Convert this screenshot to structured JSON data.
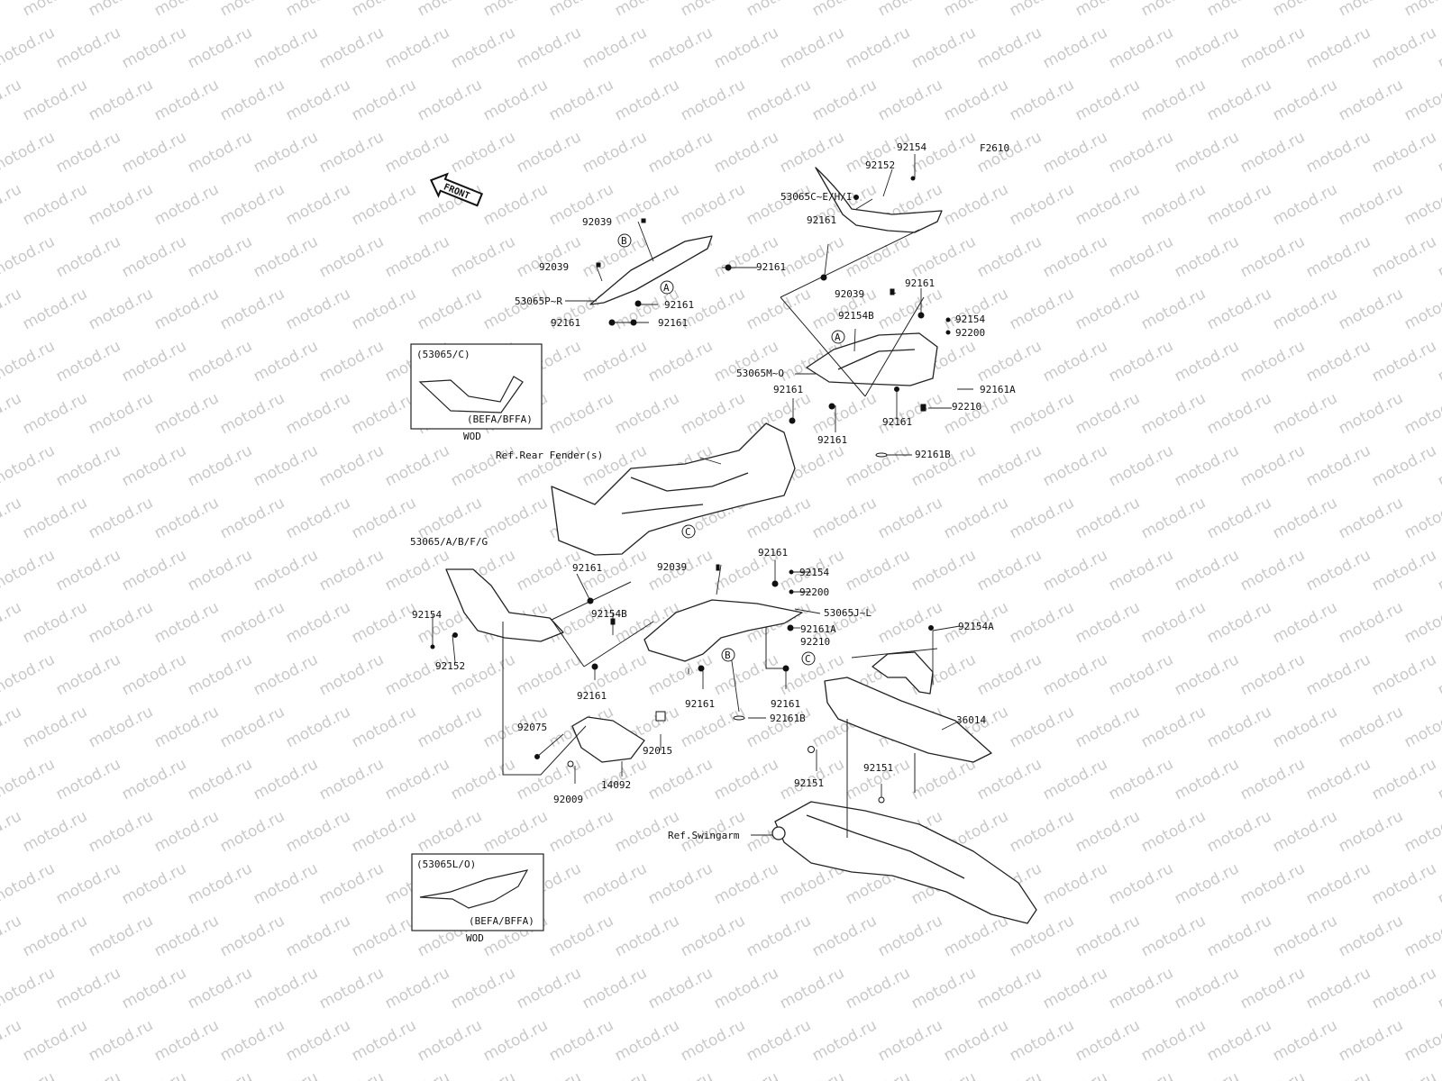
{
  "diagram_code": "F2610",
  "watermark": "motod.ru",
  "front_label": "FRONT",
  "callouts": {
    "a": "A",
    "b": "B",
    "c": "C"
  },
  "insets": [
    {
      "title": "(53065/C)",
      "variant": "(BEFA/BFFA)",
      "note": "WOD"
    },
    {
      "title": "(53065L/O)",
      "variant": "(BEFA/BFFA)",
      "note": "WOD"
    }
  ],
  "references": {
    "rear_fender": "Ref.Rear Fender(s)",
    "swingarm": "Ref.Swingarm"
  },
  "part_labels": {
    "l_92154_top": "92154",
    "l_92152_top": "92152",
    "l_53065cehi": "53065C~E/H/I",
    "l_92039_a": "92039",
    "l_92039_b": "92039",
    "l_92161_a": "92161",
    "l_53065pr": "53065P~R",
    "l_92161_b": "92161",
    "l_92161_c": "92161",
    "l_92161_d": "92161",
    "l_92161_e": "92161",
    "l_92039_c": "92039",
    "l_92161_f": "92161",
    "l_92154b_a": "92154B",
    "l_92154_b": "92154",
    "l_92200_a": "92200",
    "l_53065mo": "53065M~O",
    "l_92161a_a": "92161A",
    "l_92161_g": "92161",
    "l_92210_a": "92210",
    "l_92161_h": "92161",
    "l_92161_i": "92161",
    "l_92161b_a": "92161B",
    "l_53065abfg": "53065/A/B/F/G",
    "l_92161_j": "92161",
    "l_92039_d": "92039",
    "l_92161_k": "92161",
    "l_92154_c": "92154",
    "l_92200_b": "92200",
    "l_92154b_b": "92154B",
    "l_53065jl": "53065J~L",
    "l_92161a_b": "92161A",
    "l_92154a": "92154A",
    "l_92154_d": "92154",
    "l_92210_b": "92210",
    "l_92152_b": "92152",
    "l_92161_l": "92161",
    "l_92161_m": "92161",
    "l_92161_n": "92161",
    "l_92161b_b": "92161B",
    "l_36014": "36014",
    "l_92075": "92075",
    "l_92015": "92015",
    "l_92151_a": "92151",
    "l_92151_b": "92151",
    "l_92009": "92009",
    "l_14092": "14092"
  }
}
